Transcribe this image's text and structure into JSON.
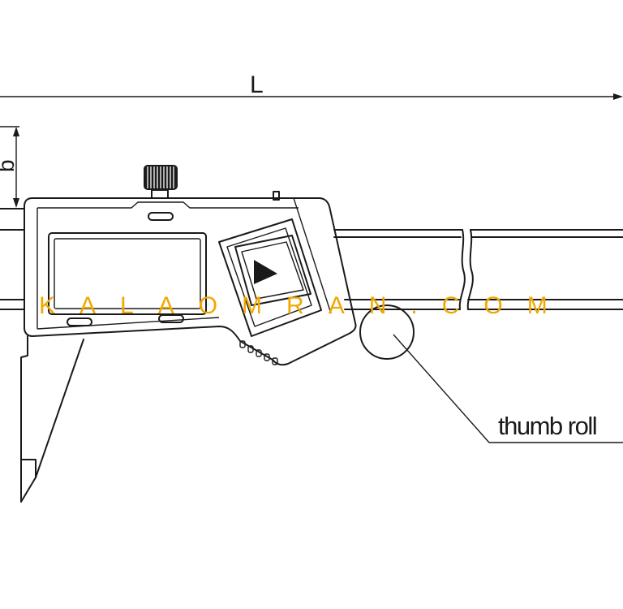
{
  "dimension_labels": {
    "length": "L",
    "width": "b"
  },
  "callout_label": "thumb roll",
  "watermark": "KALAOMRAN.COM",
  "colors": {
    "line": "#1a1a1a",
    "watermark": "#f0a800",
    "background": "#ffffff"
  }
}
